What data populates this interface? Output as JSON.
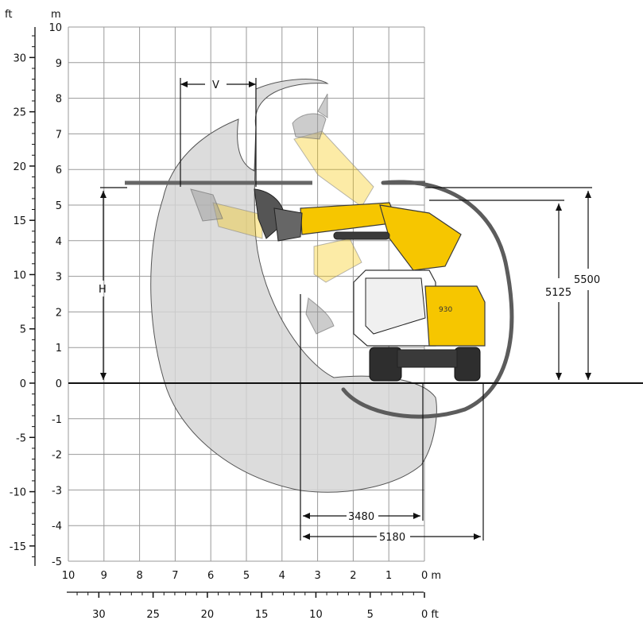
{
  "units": {
    "feet_label": "ft",
    "meters_label": "m"
  },
  "m_vertical_ticks": [
    "10",
    "9",
    "8",
    "7",
    "6",
    "5",
    "4",
    "3",
    "2",
    "1",
    "0",
    "-1",
    "-2",
    "-3",
    "-4",
    "-5"
  ],
  "ft_vertical_ticks": [
    "30",
    "25",
    "20",
    "15",
    "10",
    "5",
    "0",
    "-5",
    "-10",
    "-15"
  ],
  "m_horizontal_ticks": [
    "10",
    "9",
    "8",
    "7",
    "6",
    "5",
    "4",
    "3",
    "2",
    "1",
    "0 m"
  ],
  "ft_horizontal_ticks": [
    "30",
    "25",
    "20",
    "15",
    "10",
    "5",
    "0 ft"
  ],
  "dimensions": {
    "vertical_reach_label": "V",
    "height_label": "H",
    "height_5125": "5125",
    "height_5500": "5500",
    "reach_3480": "3480",
    "reach_5180": "5180"
  },
  "machine": {
    "model_mark": "930"
  },
  "colors": {
    "machine_yellow": "#f6c600",
    "envelope_grey": "#d4d4d4",
    "hose_grey": "#5c5c5c",
    "grid_grey": "#9a9a9a"
  }
}
